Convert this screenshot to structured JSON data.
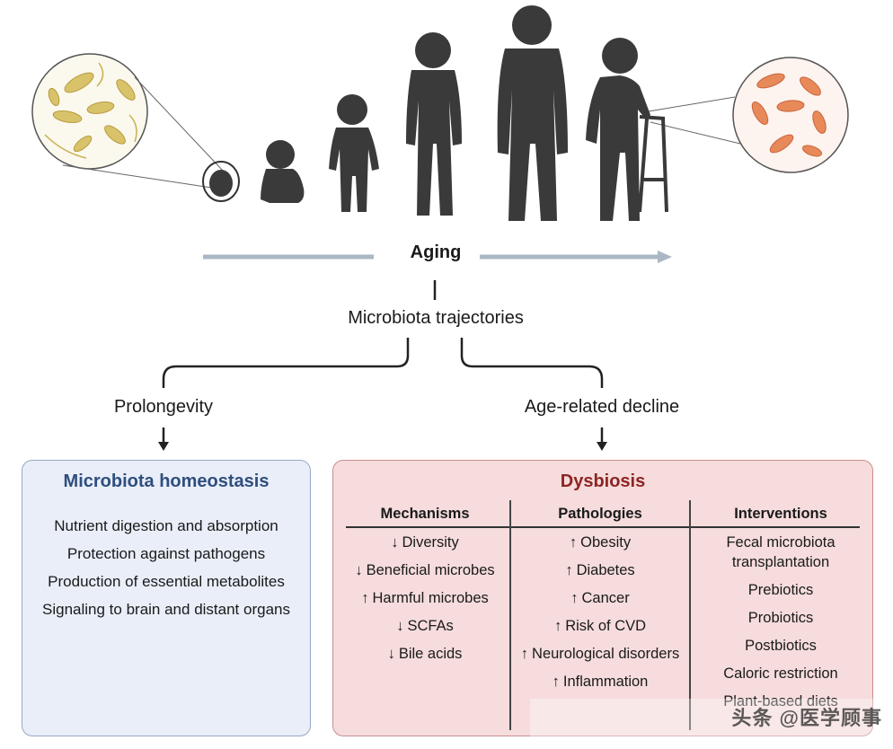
{
  "timeline": {
    "label": "Aging"
  },
  "trajectories_label": "Microbiota trajectories",
  "branches": {
    "left": "Prolongevity",
    "right": "Age-related decline"
  },
  "homeostasis": {
    "title": "Microbiota homeostasis",
    "items": [
      "Nutrient digestion and absorption",
      "Protection against pathogens",
      "Production of essential metabolites",
      "Signaling to brain and distant organs"
    ]
  },
  "dysbiosis": {
    "title": "Dysbiosis",
    "columns": [
      {
        "header": "Mechanisms",
        "items": [
          {
            "dir": "down",
            "text": "Diversity"
          },
          {
            "dir": "down",
            "text": "Beneficial microbes"
          },
          {
            "dir": "up",
            "text": "Harmful microbes"
          },
          {
            "dir": "down",
            "text": "SCFAs"
          },
          {
            "dir": "down",
            "text": "Bile acids"
          }
        ]
      },
      {
        "header": "Pathologies",
        "items": [
          {
            "dir": "up",
            "text": "Obesity"
          },
          {
            "dir": "up",
            "text": "Diabetes"
          },
          {
            "dir": "up",
            "text": "Cancer"
          },
          {
            "dir": "up",
            "text": "Risk of CVD"
          },
          {
            "dir": "up",
            "text": "Neurological disorders"
          },
          {
            "dir": "up",
            "text": "Inflammation"
          }
        ]
      },
      {
        "header": "Interventions",
        "items": [
          {
            "dir": "",
            "text": "Fecal microbiota transplantation"
          },
          {
            "dir": "",
            "text": "Prebiotics"
          },
          {
            "dir": "",
            "text": "Probiotics"
          },
          {
            "dir": "",
            "text": "Postbiotics"
          },
          {
            "dir": "",
            "text": "Caloric restriction"
          },
          {
            "dir": "",
            "text": "Plant-based diets"
          }
        ]
      }
    ]
  },
  "watermark": "头条 @医学顾事",
  "colors": {
    "homeostasis_bg": "#e9eef8",
    "homeostasis_title": "#2f4e7e",
    "dysbiosis_bg": "#f6dcdc",
    "dysbiosis_title": "#8e2424",
    "silhouette": "#3a3a3a",
    "healthy_microbe": "#d9c36a",
    "unhealthy_microbe": "#e8895a"
  }
}
